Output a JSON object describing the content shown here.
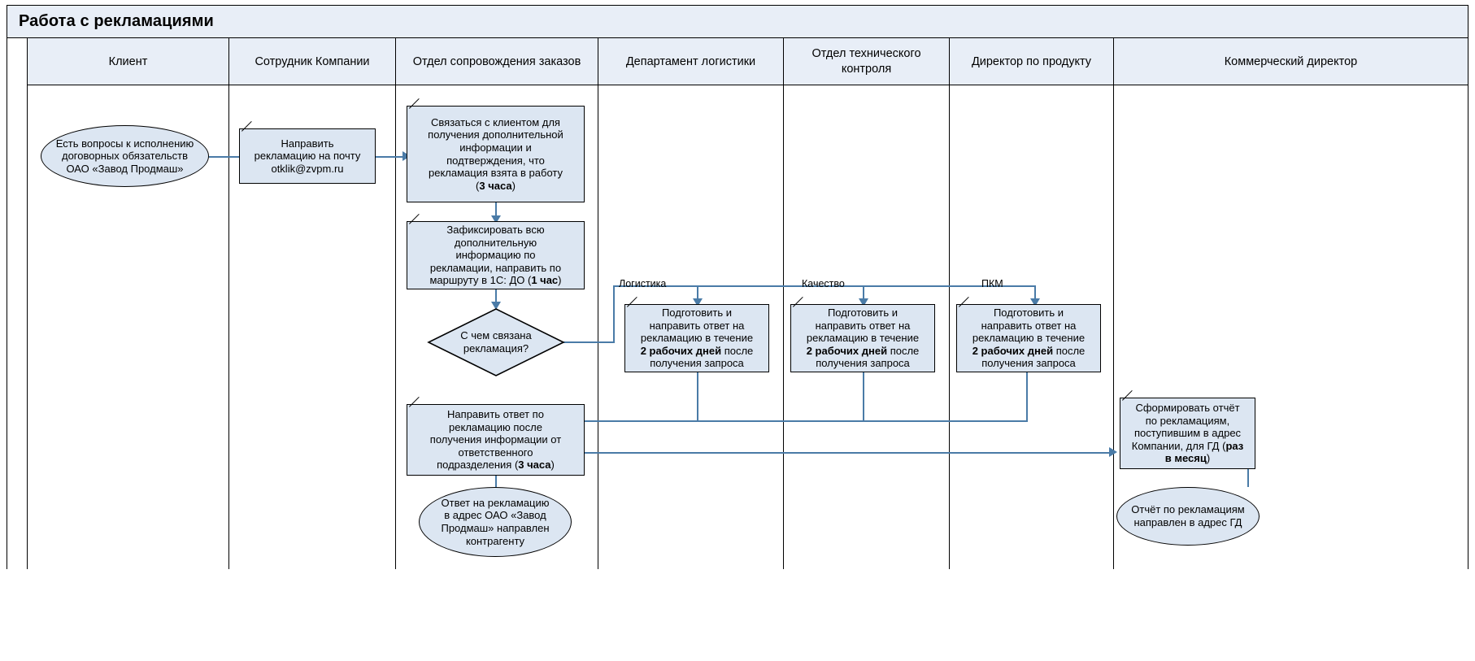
{
  "title": "Работа с рекламациями",
  "lanes": [
    {
      "id": "client",
      "label": "Клиент"
    },
    {
      "id": "employee",
      "label": "Сотрудник Компании"
    },
    {
      "id": "orders",
      "label": "Отдел сопровождения заказов"
    },
    {
      "id": "logistics",
      "label": "Департамент логистики"
    },
    {
      "id": "qc",
      "label": "Отдел технического контроля"
    },
    {
      "id": "product",
      "label": "Директор по продукту"
    },
    {
      "id": "commerce",
      "label": "Коммерческий директор"
    }
  ],
  "nodes": {
    "start": {
      "type": "oval",
      "lines": [
        "Есть вопросы к исполнению",
        "договорных обязательств",
        "ОАО «Завод Продмаш»"
      ]
    },
    "send_claim": {
      "type": "process",
      "lines": [
        "Направить",
        "рекламацию на почту",
        "otklik@zvpm.ru"
      ]
    },
    "contact_client": {
      "type": "process",
      "lines": [
        "Связаться с клиентом для",
        "получения дополнительной",
        "информации и",
        "подтверждения, что",
        "рекламация взята в работу"
      ],
      "duration_prefix": "(",
      "duration": "3 часа",
      "duration_suffix": ")"
    },
    "record_info": {
      "type": "process",
      "lines": [
        "Зафиксировать всю",
        "дополнительную",
        "информацию по",
        "рекламации, направить по",
        "маршруту в 1С: ДО ("
      ],
      "duration": "1 час",
      "duration_suffix": ")"
    },
    "decision": {
      "type": "decision",
      "lines": [
        "С чем связана",
        "рекламация?"
      ]
    },
    "logistics_reply": {
      "type": "process",
      "line1": "Подготовить и",
      "line2": "направить ответ на",
      "line3": "рекламацию в течение",
      "bold": "2 рабочих дней",
      "line4": " после",
      "line5": "получения запроса"
    },
    "qc_reply": {
      "type": "process",
      "line1": "Подготовить и",
      "line2": "направить ответ на",
      "line3": "рекламацию в течение",
      "bold": "2 рабочих дней",
      "line4": " после",
      "line5": "получения запроса"
    },
    "product_reply": {
      "type": "process",
      "line1": "Подготовить и",
      "line2": "направить ответ на",
      "line3": "рекламацию в течение",
      "bold": "2 рабочих дней",
      "line4": " после",
      "line5": "получения запроса"
    },
    "final_reply": {
      "type": "process",
      "line1": "Направить ответ по",
      "line2": "рекламацию после",
      "line3": "получения информации от",
      "line4": "ответственного",
      "line5": "подразделения (",
      "bold": "3 часа",
      "line6": ")"
    },
    "end_client": {
      "type": "oval",
      "lines": [
        "Ответ на рекламацию",
        "в адрес ОАО «Завод",
        "Продмаш» направлен",
        "контрагенту"
      ]
    },
    "report": {
      "type": "process",
      "line1": "Сформировать отчёт",
      "line2": "по рекламациям,",
      "line3": "поступившим в адрес",
      "line4": "Компании, для ГД (",
      "bold": "раз",
      "bold2": "в месяц",
      "line5": ")"
    },
    "end_report": {
      "type": "oval",
      "lines": [
        "Отчёт по рекламациям",
        "направлен в адрес ГД"
      ]
    }
  },
  "branch_labels": {
    "logistics": "Логистика",
    "quality": "Качество",
    "pkm": "ПКМ"
  },
  "colors": {
    "shape_fill": "#dce6f2",
    "header_fill": "#e8eef7",
    "shape_stroke": "#000000",
    "connector": "#4a7ba7"
  }
}
